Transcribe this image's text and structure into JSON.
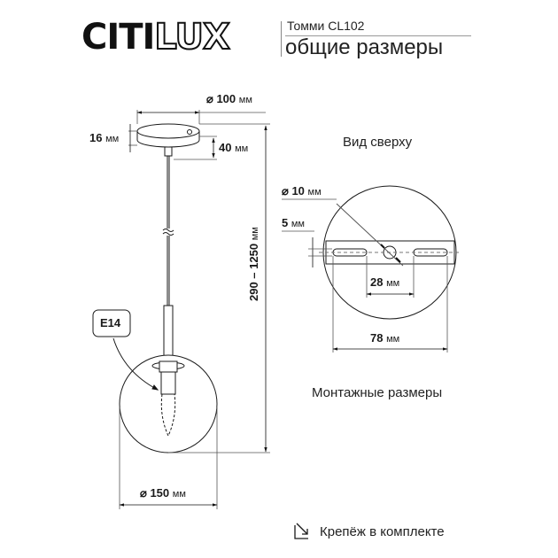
{
  "header": {
    "brand_solid": "CITI",
    "brand_outline": "LUX",
    "model": "Томми CL102",
    "subtitle": "общие размеры"
  },
  "side_view": {
    "canopy_diameter": {
      "value": "⌀ 100",
      "unit": "мм"
    },
    "canopy_height": {
      "value": "16",
      "unit": "мм"
    },
    "canopy_to_cable": {
      "value": "40",
      "unit": "мм"
    },
    "total_height": {
      "value": "290 – 1250",
      "unit": "мм"
    },
    "socket_label": "E14",
    "shade_diameter": {
      "value": "⌀ 150",
      "unit": "мм"
    }
  },
  "top_view": {
    "title": "Вид сверху",
    "hole_diameter": {
      "value": "⌀ 10",
      "unit": "мм"
    },
    "bracket_width": {
      "value": "5",
      "unit": "мм"
    },
    "slot_spacing": {
      "value": "28",
      "unit": "мм"
    },
    "bracket_length": {
      "value": "78",
      "unit": "мм"
    },
    "caption": "Монтажные размеры"
  },
  "footer": {
    "icon": "mounting-arrow-icon",
    "text": "Крепёж в комплекте"
  }
}
